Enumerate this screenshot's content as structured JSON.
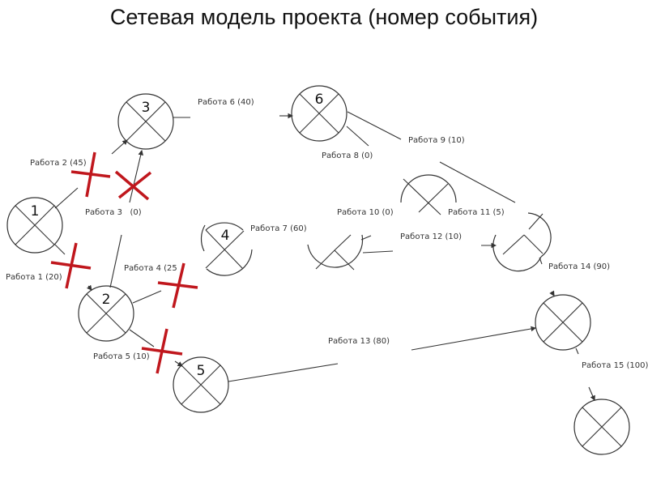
{
  "title": "Сетевая модель проекта (номер события)",
  "events": [
    {
      "id": "event-1",
      "number": "1"
    },
    {
      "id": "event-2",
      "number": "2"
    },
    {
      "id": "event-3",
      "number": "3"
    },
    {
      "id": "event-4",
      "number": "4"
    },
    {
      "id": "event-5",
      "number": "5"
    },
    {
      "id": "event-6",
      "number": "6"
    },
    {
      "id": "event-7",
      "number": ""
    },
    {
      "id": "event-8",
      "number": ""
    },
    {
      "id": "event-9",
      "number": ""
    },
    {
      "id": "event-10",
      "number": ""
    },
    {
      "id": "event-11",
      "number": ""
    }
  ],
  "works": [
    {
      "label": "Работа 1 (20)",
      "name": "Работа 1",
      "duration": 20,
      "crossed": true
    },
    {
      "label": "Работа 2 (45)",
      "name": "Работа 2",
      "duration": 45,
      "crossed": true
    },
    {
      "label": "Работа 3   (0)",
      "name": "Работа 3",
      "duration": 0,
      "crossed": true
    },
    {
      "label": "Работа 4 (25",
      "name": "Работа 4",
      "duration": 25,
      "crossed": true
    },
    {
      "label": "Работа 5 (10)",
      "name": "Работа 5",
      "duration": 10,
      "crossed": true
    },
    {
      "label": "Работа 6 (40)",
      "name": "Работа 6",
      "duration": 40,
      "crossed": false
    },
    {
      "label": "Работа 7 (60)",
      "name": "Работа 7",
      "duration": 60,
      "crossed": false
    },
    {
      "label": "Работа 8 (0)",
      "name": "Работа 8",
      "duration": 0,
      "crossed": false
    },
    {
      "label": "Работа 9 (10)",
      "name": "Работа 9",
      "duration": 10,
      "crossed": false
    },
    {
      "label": "Работа 10 (0)",
      "name": "Работа 10",
      "duration": 0,
      "crossed": false
    },
    {
      "label": "Работа 11 (5)",
      "name": "Работа 11",
      "duration": 5,
      "crossed": false
    },
    {
      "label": "Работа 12 (10)",
      "name": "Работа 12",
      "duration": 10,
      "crossed": false
    },
    {
      "label": "Работа 13 (80)",
      "name": "Работа 13",
      "duration": 80,
      "crossed": false
    },
    {
      "label": "Работа 14 (90)",
      "name": "Работа 14",
      "duration": 90,
      "crossed": false
    },
    {
      "label": "Работа 15 (100)",
      "name": "Работа 15",
      "duration": 100,
      "crossed": false
    }
  ],
  "colors": {
    "line": "#333333",
    "cross_mark": "#c0171d"
  }
}
